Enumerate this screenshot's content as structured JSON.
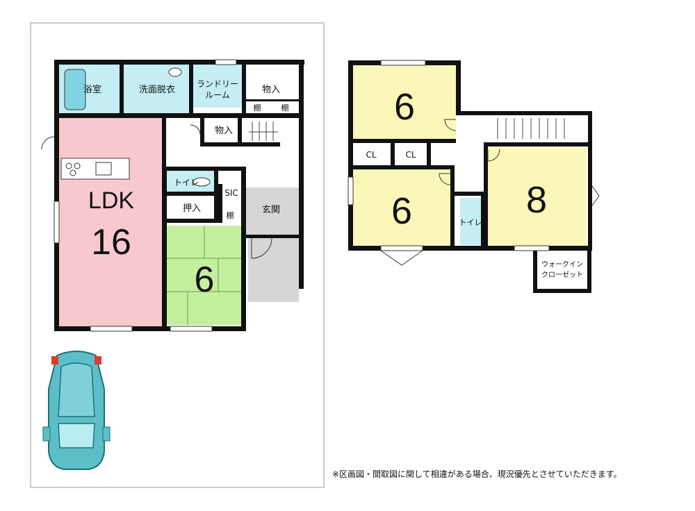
{
  "floor1": {
    "bath": "浴室",
    "washroom": "洗面脱衣",
    "laundry_line1": "ランドリー",
    "laundry_line2": "ルーム",
    "storage_top": "物入",
    "shelf_a": "棚",
    "shelf_b": "棚",
    "storage_hall": "物入",
    "ldk_label": "LDK",
    "ldk_size": "16",
    "toilet": "トイレ",
    "sic": "SIC",
    "entrance": "玄関",
    "closet": "押入",
    "shelf_c": "棚",
    "tatami_size": "6"
  },
  "floor2": {
    "room_top_size": "6",
    "cl_a": "CL",
    "cl_b": "CL",
    "room_mid_size": "6",
    "room_right_size": "8",
    "toilet": "トイレ",
    "walkin_line1": "ウォークイン",
    "walkin_line2": "クローゼット"
  },
  "colors": {
    "ldk": "#f7c9cf",
    "wet": "#c4eef4",
    "tatami": "#c4ef9e",
    "yellow": "#fbf7b8",
    "gray": "#d6d6d6",
    "car": "#5cbfc8",
    "wall": "#111111"
  },
  "note": "※区画図・間取図に関して相違がある場合、現況優先とさせていただきます。"
}
